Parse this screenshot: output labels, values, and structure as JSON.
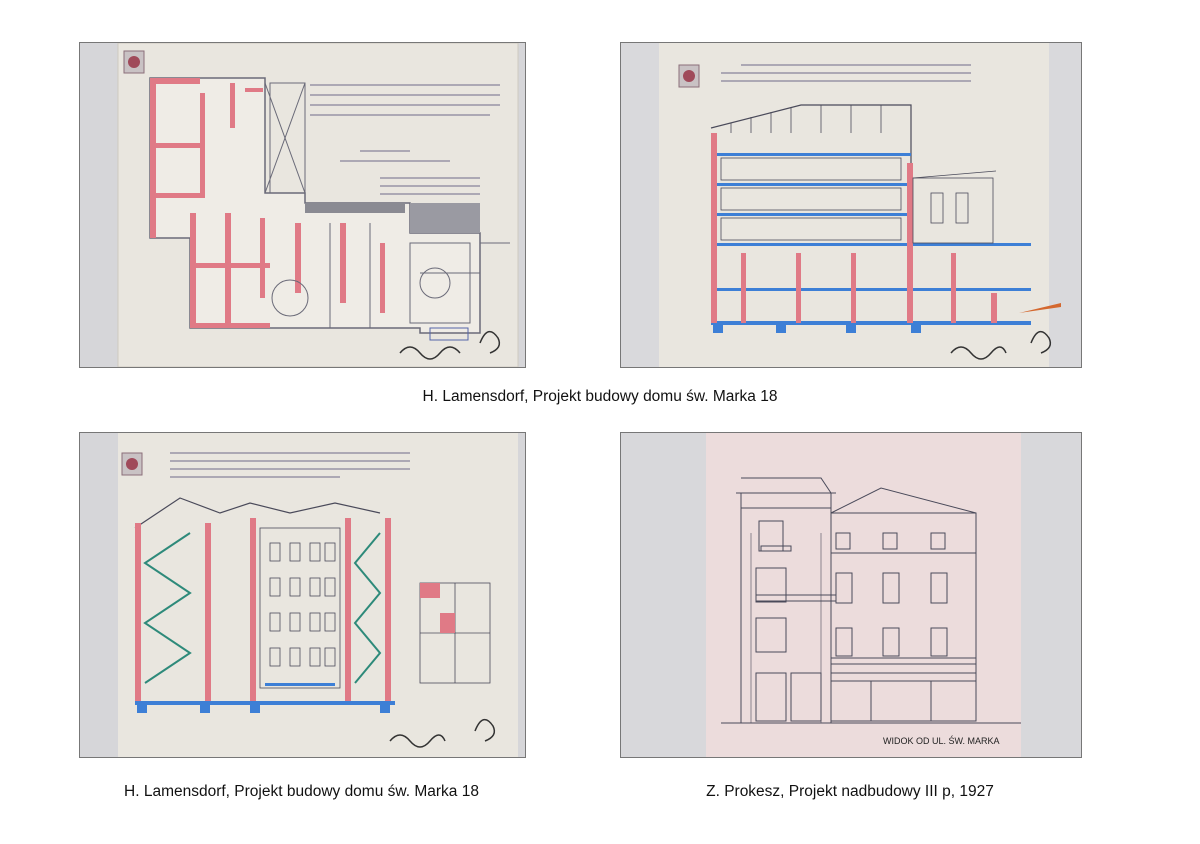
{
  "captions": {
    "top": "H. Lamensdorf, Projekt budowy domu św. Marka 18",
    "bottom_left": "H. Lamensdorf, Projekt budowy domu św. Marka 18",
    "bottom_right": "Z. Prokesz, Projekt nadbudowy III p, 1927"
  },
  "drawings": {
    "elevation_label": "WIDOK OD UL. ŚW. MARKA"
  },
  "colors": {
    "paper": "#e9e6df",
    "paper_pink": "#ecdcdc",
    "wall_red": "#e07a86",
    "beam_blue": "#3d7fd6",
    "ink": "#4a4a5a",
    "frame": "#d6d6d9"
  }
}
